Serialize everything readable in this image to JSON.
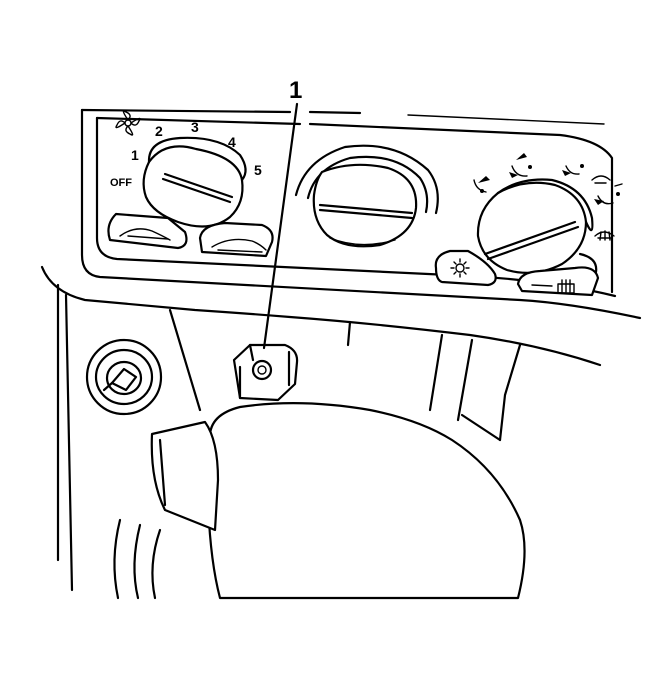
{
  "callout": {
    "number": "1"
  },
  "fan_dial": {
    "speeds": [
      "OFF",
      "1",
      "2",
      "3",
      "4",
      "5"
    ]
  },
  "mode_dial": {
    "icons": [
      "vent-icon",
      "bilevel-icon",
      "floor-icon",
      "floor-defrost-icon",
      "defrost-icon"
    ]
  },
  "buttons": {
    "recirc": "recirculation-button",
    "ac": "ac-button",
    "light": "light-button",
    "rear_defrost": "rear-defrost-button"
  },
  "colors": {
    "line": "#000000",
    "background": "#ffffff"
  }
}
